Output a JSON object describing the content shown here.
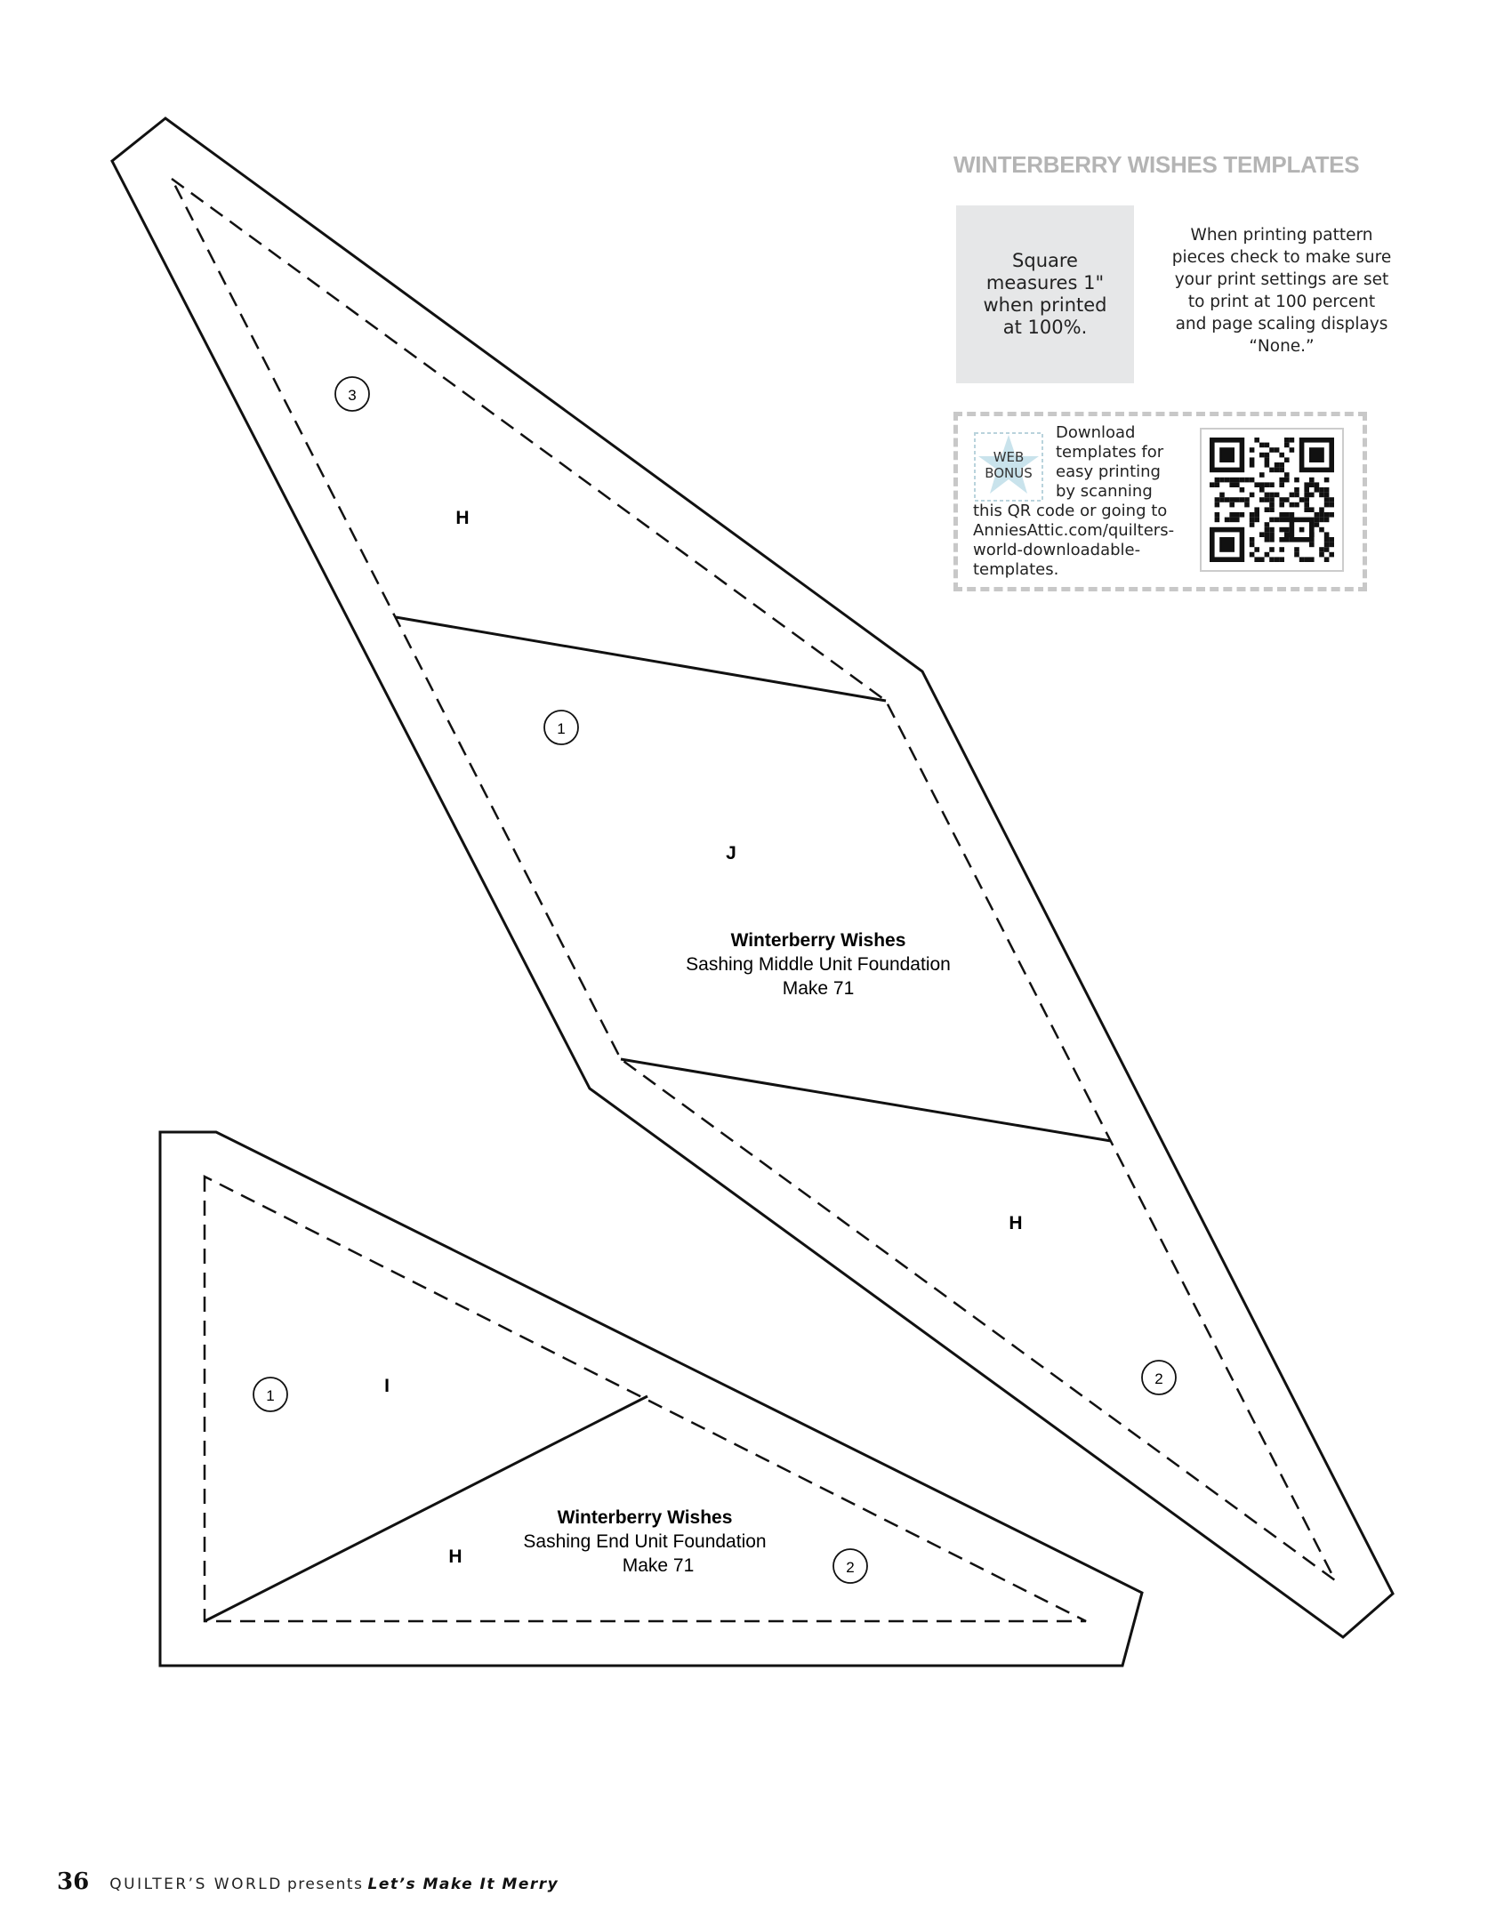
{
  "header": {
    "title": "WINTERBERRY WISHES TEMPLATES"
  },
  "scale_box": {
    "lines": [
      "Square",
      "measures 1\"",
      "when printed",
      "at 100%."
    ]
  },
  "print_note": {
    "lines": [
      "When printing pattern",
      "pieces check to make sure",
      "your print settings are set",
      "to print at 100 percent",
      "and page scaling displays",
      "“None.”"
    ]
  },
  "web_bonus": {
    "badge_line1": "WEB",
    "badge_line2": "BONUS",
    "text_lines": [
      "Download",
      "templates for",
      "easy printing",
      "by scanning",
      "this QR code or going to",
      "AnniesAttic.com/quilters-",
      "world-downloadable-",
      "templates."
    ],
    "qr_icon": "qr-code-icon"
  },
  "template_middle": {
    "title": "Winterberry Wishes",
    "subtitle": "Sashing Middle Unit Foundation",
    "make": "Make 71",
    "pieces": [
      {
        "letter": "H",
        "number": "3"
      },
      {
        "letter": "J",
        "number": "1"
      },
      {
        "letter": "H",
        "number": "2"
      }
    ]
  },
  "template_end": {
    "title": "Winterberry Wishes",
    "subtitle": "Sashing End Unit Foundation",
    "make": "Make 71",
    "pieces": [
      {
        "letter": "I",
        "number": "1"
      },
      {
        "letter": "H",
        "number": "2"
      }
    ]
  },
  "footer": {
    "page_number": "36",
    "publication": "QUILTER’S WORLD",
    "presents": "presents",
    "magazine": "Let’s Make It Merry"
  }
}
